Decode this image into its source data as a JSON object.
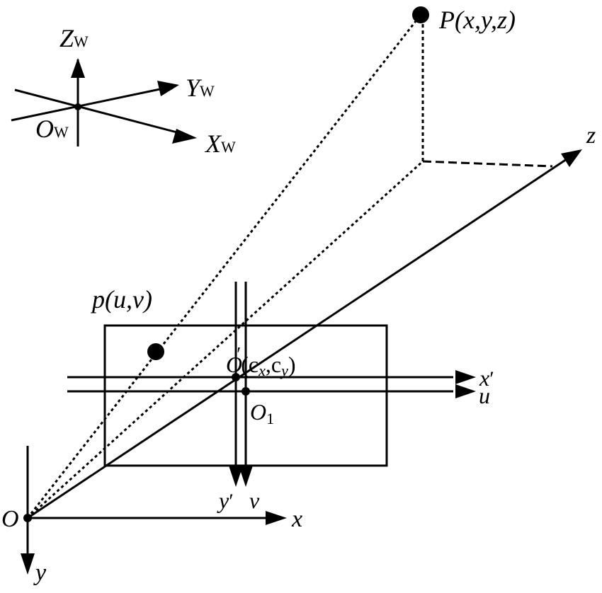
{
  "diagram": {
    "title": "Camera imaging model: world, camera, image and pixel coordinate systems",
    "line_color": "#000000",
    "background": "#ffffff",
    "world_axes": {
      "origin": {
        "main": "O",
        "sub": "W"
      },
      "z": {
        "main": "Z",
        "sub": "W"
      },
      "y": {
        "main": "Y",
        "sub": "W"
      },
      "x": {
        "main": "X",
        "sub": "W"
      }
    },
    "point_P": {
      "label": "P(x,y,z)"
    },
    "point_p": {
      "label": "p(u,v)"
    },
    "principal_point": {
      "label_main": "O",
      "prime": "′",
      "label_rest": "(c",
      "cx_sub": "x",
      "comma": ",c",
      "cy_sub": "y",
      "close": ")"
    },
    "image_origin": {
      "main": "O",
      "sub": "1"
    },
    "axis_labels": {
      "z": "z",
      "x_prime": "x",
      "x_prime_mark": "′",
      "u": "u",
      "y_prime": "y",
      "y_prime_mark": "′",
      "v": "v",
      "camera_origin": "O",
      "x": "x",
      "y": "y"
    }
  }
}
